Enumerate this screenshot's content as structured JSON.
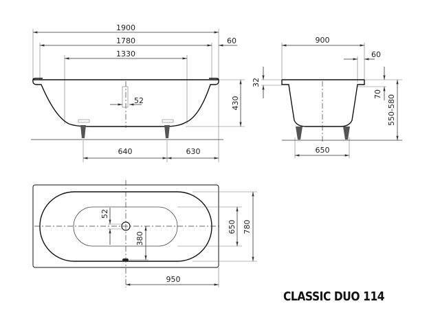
{
  "title": "CLASSIC DUO 114",
  "side_view": {
    "length_overall": "1900",
    "length_inner": "1780",
    "length_bottom": "1330",
    "rim_width": "60",
    "drain_offset": "52",
    "depth": "430",
    "leg_spacing": "640",
    "leg_to_end": "630"
  },
  "end_view": {
    "width_overall": "900",
    "rim_width": "60",
    "rim_thickness": "32",
    "rim_drop": "70",
    "height_range": "550-580",
    "leg_spacing": "650"
  },
  "plan_view": {
    "drain_offset": "52",
    "drain_to_edge": "380",
    "inner_width": "650",
    "outer_width": "780",
    "center_to_end": "950"
  }
}
